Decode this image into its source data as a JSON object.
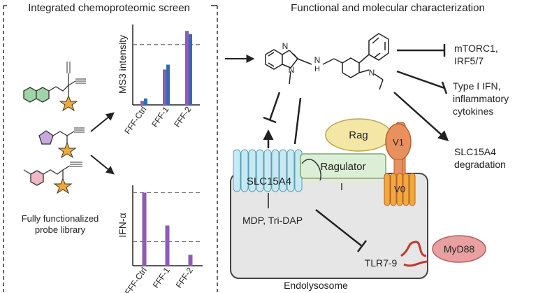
{
  "left_panel": {
    "title": "Integrated chemoproteomic screen",
    "library_caption_line1": "Fully functionalized",
    "library_caption_line2": "probe library",
    "ms3_chart": {
      "ylabel": "MS3 intensity",
      "categories": [
        "FFF-Ctrl",
        "FFF-1",
        "FFF-2"
      ]
    },
    "ifn_chart": {
      "ylabel": "IFN-α",
      "categories": [
        "FFF-Ctrl",
        "FFF-1",
        "FFF-2"
      ]
    }
  },
  "right_panel": {
    "title": "Functional and molecular characterization",
    "mtorc_line1": "mTORC1,",
    "mtorc_line2": "IRF5/7",
    "ifn_line1": "Type I IFN,",
    "ifn_line2": "inflammatory",
    "ifn_line3": "cytokines",
    "slc_line1": "SLC15A4",
    "slc_line2": "degradation",
    "rag": "Rag",
    "ragulator": "Ragulator",
    "v1": "V1",
    "v0": "V0",
    "slc15a4": "SLC15A4",
    "mdp": "MDP, Tri-DAP",
    "tlr": "TLR7-9",
    "myd88": "MyD88",
    "endolysosome": "Endolysosome",
    "molecule": {
      "n1": "N",
      "n2": "N",
      "nh": "H",
      "nh_n": "N",
      "n3": "N"
    }
  },
  "colors": {
    "probe_green": "#9fd4a8",
    "probe_purple": "#c9a8e0",
    "probe_pink": "#f2b8c6",
    "star_orange": "#f2a93b",
    "bar_purple": "#8e5bb5",
    "bar_blue": "#2f6db5",
    "slc_cyan": "#c8e9f3",
    "rag_yellow": "#f4e7a6",
    "ragulator_green": "#dcefd6",
    "vatpase_orange": "#e8905e",
    "endo_gray": "#e6e6e6",
    "myd88_pink": "#e8a0a0",
    "tlr_red": "#c0392b"
  },
  "chart_data": [
    {
      "type": "bar",
      "ylabel": "MS3 intensity",
      "categories": [
        "FFF-Ctrl",
        "FFF-1",
        "FFF-2"
      ],
      "series": [
        {
          "values": [
            0.05,
            0.44,
            0.92
          ]
        },
        {
          "values": [
            0.08,
            0.5,
            0.88
          ]
        }
      ],
      "ylim": [
        0,
        1
      ],
      "reference_lines": [
        0.75
      ]
    },
    {
      "type": "bar",
      "ylabel": "IFN-α",
      "categories": [
        "FFF-Ctrl",
        "FFF-1",
        "FFF-2"
      ],
      "series": [
        {
          "values": [
            1.0,
            0.55,
            0.15
          ]
        }
      ],
      "ylim": [
        0,
        1.1
      ],
      "reference_lines": [
        1.0,
        0.33
      ]
    }
  ]
}
